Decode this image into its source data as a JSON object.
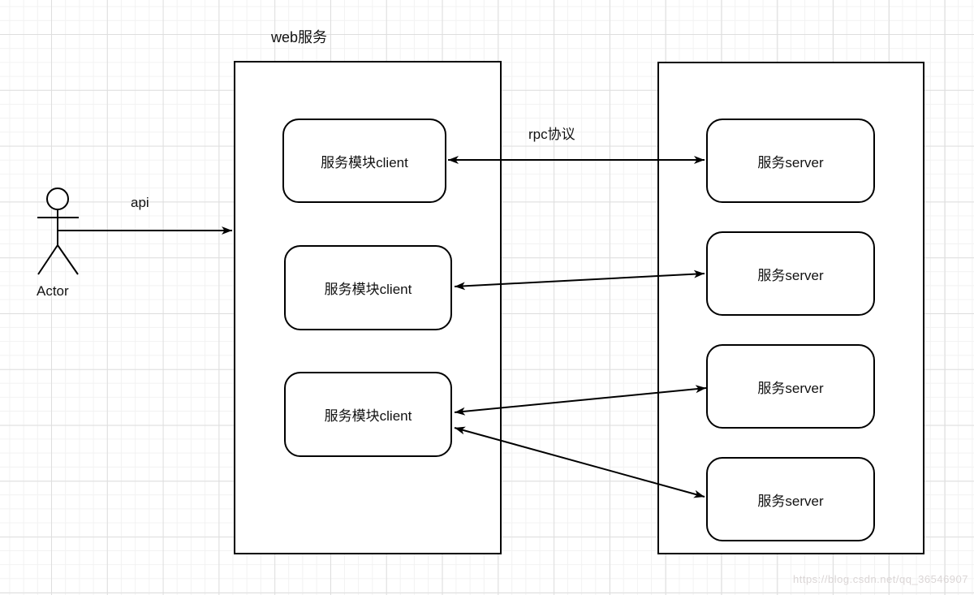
{
  "diagram": {
    "title": "web服务",
    "actor": {
      "label": "Actor"
    },
    "edge_labels": {
      "api": "api",
      "rpc": "rpc协议"
    },
    "web_service_box": {
      "clients": [
        {
          "label": "服务模块client"
        },
        {
          "label": "服务模块client"
        },
        {
          "label": "服务模块client"
        }
      ]
    },
    "server_box": {
      "servers": [
        {
          "label": "服务server"
        },
        {
          "label": "服务server"
        },
        {
          "label": "服务server"
        },
        {
          "label": "服务server"
        }
      ]
    },
    "watermark": "https://blog.csdn.net/qq_36546907",
    "colors": {
      "stroke": "#000000",
      "grid_minor": "#f2f2f2",
      "grid_major": "#dedede",
      "watermark_text": "#dbd6d6"
    }
  }
}
